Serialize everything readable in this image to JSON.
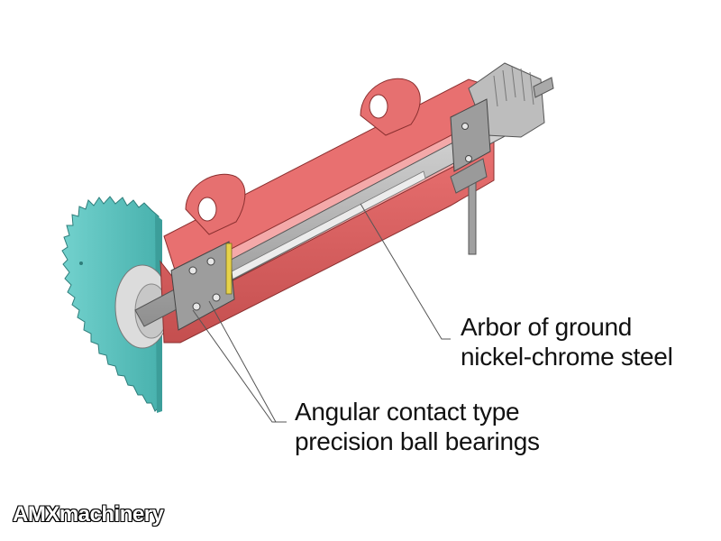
{
  "callouts": {
    "arbor": {
      "line1": "Arbor of ground",
      "line2": "nickel-chrome steel"
    },
    "bearings": {
      "line1": "Angular contact type",
      "line2": "precision ball bearings"
    }
  },
  "watermark": "AMXmachinery",
  "colors": {
    "housing": "#e06060",
    "housing_dark": "#b84848",
    "blade": "#5cc4c0",
    "steel": "#b9b9b9",
    "steel_dark": "#8c8c8c"
  }
}
